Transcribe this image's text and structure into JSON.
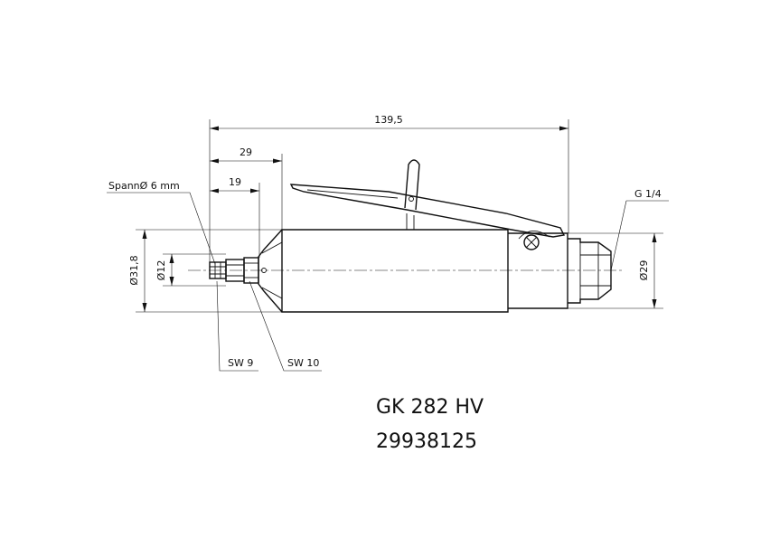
{
  "dimensions": {
    "overall_length": "139,5",
    "length_29": "29",
    "length_19": "19",
    "collet": "SpannØ 6 mm",
    "dia_31_8": "Ø31,8",
    "dia_12": "Ø12",
    "dia_29": "Ø29",
    "thread": "G 1/4",
    "sw9": "SW 9",
    "sw10": "SW 10"
  },
  "product": {
    "model": "GK 282 HV",
    "number": "29938125"
  }
}
